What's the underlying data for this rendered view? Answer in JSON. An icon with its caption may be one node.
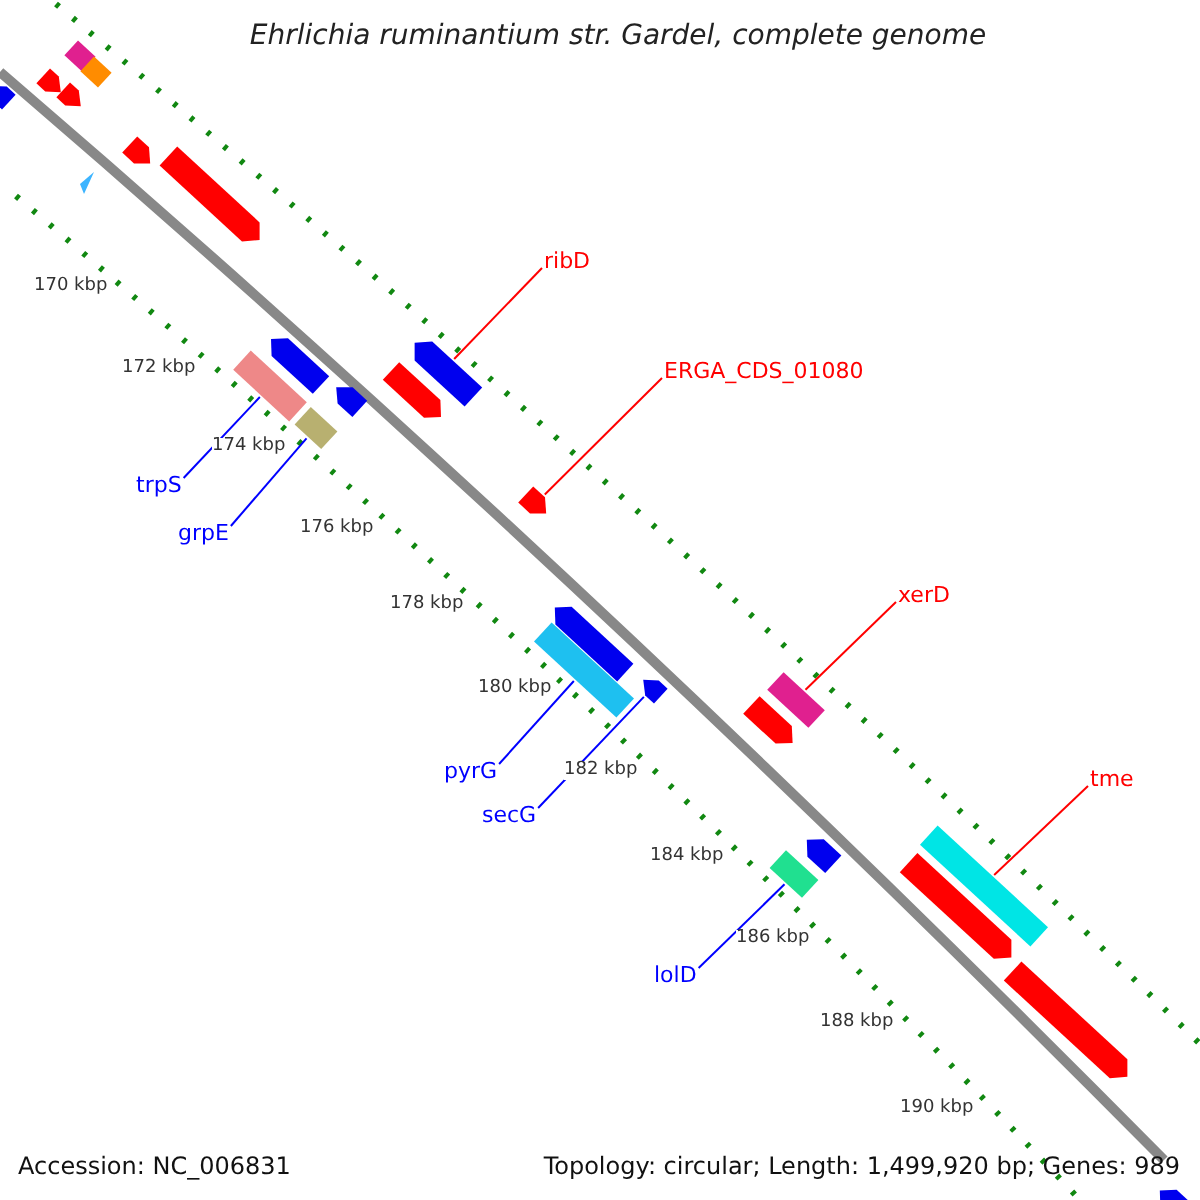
{
  "diagram": {
    "title": "Ehrlichia ruminantium str. Gardel, complete genome",
    "nodes": [
      {
        "text": [
          "ribD"
        ]
      },
      {
        "text": [],
        "shape": "arrow"
      },
      {
        "text": [
          "ERGA_CDS_01080"
        ]
      },
      {
        "text": [],
        "shape": "arrow"
      },
      {
        "text": [
          "xerD"
        ]
      },
      {
        "text": [],
        "shape": "bar"
      },
      {
        "text": [
          "tme"
        ]
      },
      {
        "text": [],
        "shape": "bar"
      },
      {
        "text": [
          "trpS"
        ]
      },
      {
        "text": [],
        "shape": "bar"
      },
      {
        "text": [
          "grpE"
        ]
      },
      {
        "text": [],
        "shape": "bar"
      },
      {
        "text": [
          "pyrG"
        ]
      },
      {
        "text": [],
        "shape": "bar"
      },
      {
        "text": [
          "secG"
        ]
      },
      {
        "text": [],
        "shape": "arrow"
      },
      {
        "text": [
          "lolD"
        ]
      },
      {
        "text": [],
        "shape": "bar"
      },
      {
        "text": [],
        "shape": "bar"
      },
      {
        "text": [],
        "shape": "bar"
      },
      {
        "text": [],
        "shape": "arrow"
      },
      {
        "text": [],
        "shape": "arrow"
      },
      {
        "text": [],
        "shape": "arrow"
      },
      {
        "text": [],
        "shape": "arrow"
      },
      {
        "text": [],
        "shape": "arrow"
      },
      {
        "text": [],
        "shape": "arrow"
      },
      {
        "text": [],
        "shape": "arrow"
      },
      {
        "text": [],
        "shape": "arrow"
      },
      {
        "text": [],
        "shape": "arrow"
      },
      {
        "text": [],
        "shape": "arrow"
      },
      {
        "text": [],
        "shape": "arrow"
      },
      {
        "text": [],
        "shape": "arrow"
      },
      {
        "text": [],
        "shape": "arrow"
      },
      {
        "text": [],
        "shape": "arrow"
      },
      {
        "text": [],
        "shape": "arrow"
      }
    ],
    "edges": [
      {
        "from": 0,
        "to": 1,
        "arrow": "none",
        "color": "#ff0000"
      },
      {
        "from": 2,
        "to": 3,
        "arrow": "none",
        "color": "#ff0000"
      },
      {
        "from": 4,
        "to": 5,
        "arrow": "none",
        "color": "#ff0000"
      },
      {
        "from": 6,
        "to": 7,
        "arrow": "none",
        "color": "#ff0000"
      },
      {
        "from": 8,
        "to": 9,
        "arrow": "none"
      },
      {
        "from": 10,
        "to": 11,
        "arrow": "none"
      },
      {
        "from": 12,
        "to": 13,
        "arrow": "none"
      },
      {
        "from": 14,
        "to": 15,
        "arrow": "none"
      },
      {
        "from": 16,
        "to": 17,
        "arrow": "none"
      }
    ],
    "labels": [
      "170 kbp",
      "172 kbp",
      "174 kbp",
      "176 kbp",
      "178 kbp",
      "180 kbp",
      "182 kbp",
      "184 kbp",
      "186 kbp",
      "188 kbp",
      "190 kbp",
      "Accession: NC_006831",
      "Topology: circular; Length: 1,499,920 bp; Genes: 989"
    ]
  }
}
